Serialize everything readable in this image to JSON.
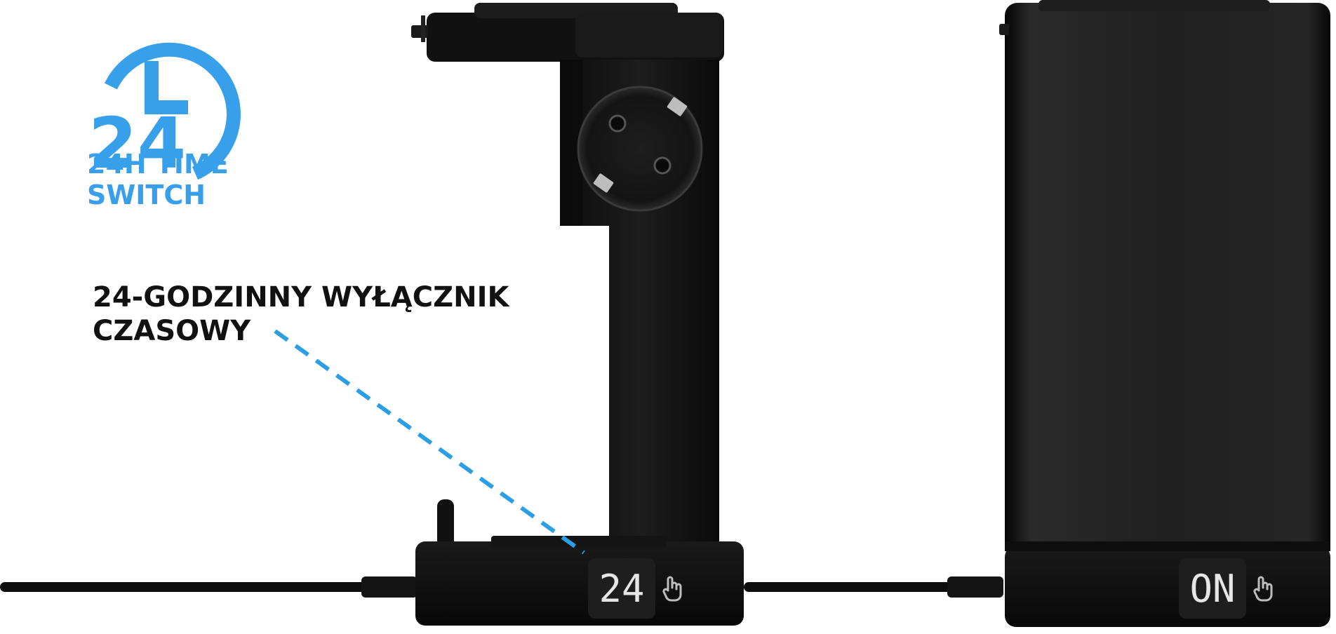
{
  "badge": {
    "icon_number": "24",
    "line1": "24H TIME",
    "line2": "SWITCH",
    "color": "#38a0ea"
  },
  "callout": {
    "line1": "24-GODZINNY WYŁĄCZNIK",
    "line2": "CZASOWY",
    "leader_color": "#2c9ee4"
  },
  "devices": {
    "left_display": "24",
    "right_display": "ON",
    "touch_icon": "touch-hand-icon"
  }
}
